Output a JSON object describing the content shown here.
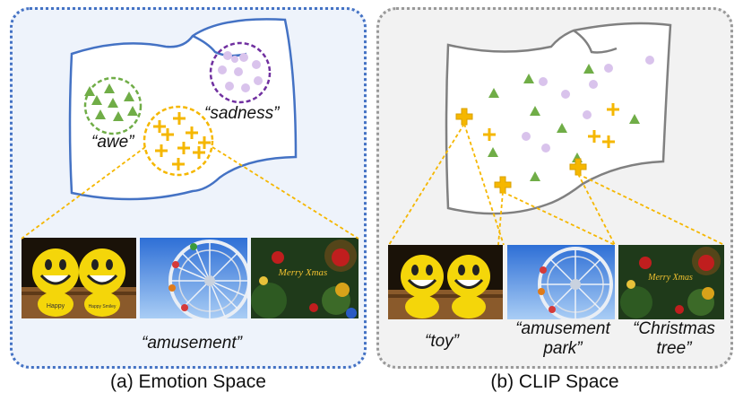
{
  "panels": {
    "emotion": {
      "caption": "(a) Emotion Space",
      "labels": {
        "awe": "“awe”",
        "sadness": "“sadness”",
        "amusement": "“amusement”"
      }
    },
    "clip": {
      "caption": "(b) CLIP Space",
      "labels": {
        "toy": "“toy”",
        "amusement_park_1": "“amusement",
        "amusement_park_2": "park”",
        "christmas_tree_1": "“Christmas",
        "christmas_tree_2": "tree”"
      }
    }
  },
  "photo_text": {
    "badge_left": "Happy",
    "badge_right": "Happy Smiley",
    "sign": "Merry Xmas"
  },
  "colors": {
    "emotion_border": "#4472c4",
    "clip_border": "#999999",
    "awe": "#70ad47",
    "sadness": "#7030a0",
    "sadness_fill": "#d9c3ec",
    "amusement": "#f5b700",
    "connector": "#f5b700",
    "manifold": "#4472c4",
    "clip_manifold": "#808080"
  }
}
